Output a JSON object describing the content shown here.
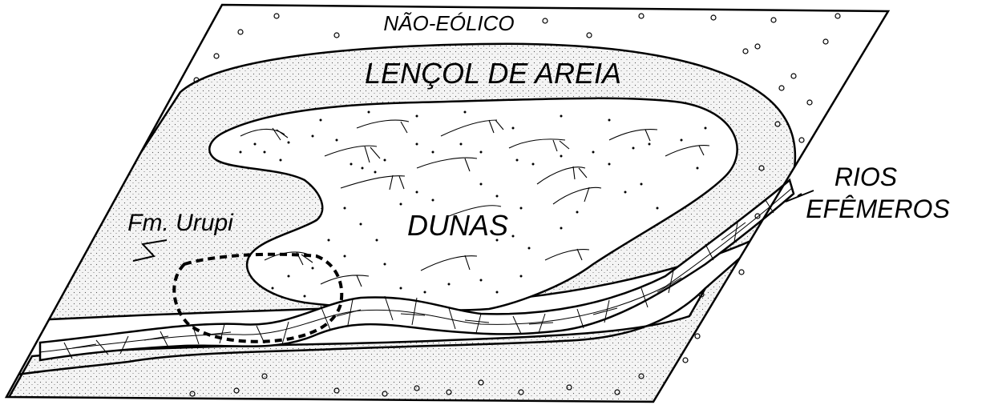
{
  "labels": {
    "nao_eolico": "NÃO-EÓLICO",
    "lencol": "LENÇOL DE AREIA",
    "dunas": "DUNAS",
    "fm_urupi": "Fm. Urupi",
    "rios_line1": "RIOS",
    "rios_line2": "EFÊMEROS"
  }
}
